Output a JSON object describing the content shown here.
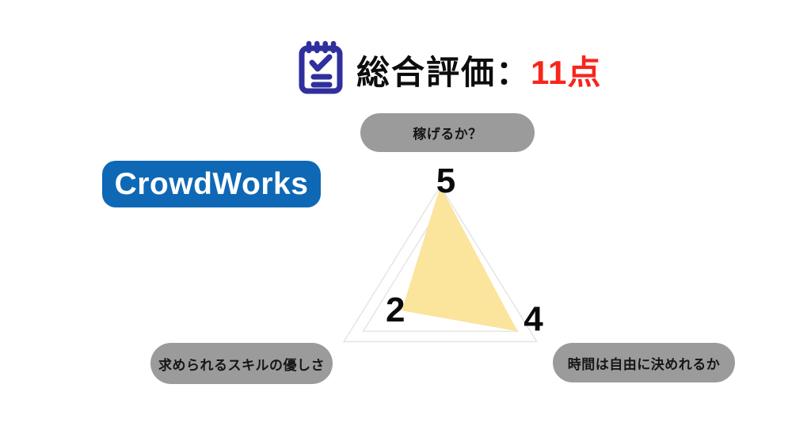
{
  "page": {
    "background": "#ffffff"
  },
  "header": {
    "icon": "clipboard-check-icon",
    "icon_color": "#2f2f9d",
    "title_prefix": "総合評価：",
    "score_text": "11点",
    "score_color": "#f9251b"
  },
  "logo": {
    "text": "CrowdWorks",
    "bg_color": "#0e68b6",
    "text_color": "#ffffff"
  },
  "chart_data": {
    "type": "radar",
    "title": "総合評価：11点",
    "max": 5,
    "grid_levels": [
      4,
      5
    ],
    "grid_color": "#e5e5e3",
    "fill_color": "#fbe49c",
    "label_pill_color": "#9b9b9b",
    "value_label_color": "#0b0b0b",
    "axes": [
      {
        "label": "稼げるか？",
        "value": 5,
        "position": "top"
      },
      {
        "label": "時間は自由に決めれるか",
        "value": 4,
        "position": "bottom-right"
      },
      {
        "label": "求められるスキルの優しさ",
        "value": 2,
        "position": "bottom-left"
      }
    ],
    "total_score": 11
  }
}
